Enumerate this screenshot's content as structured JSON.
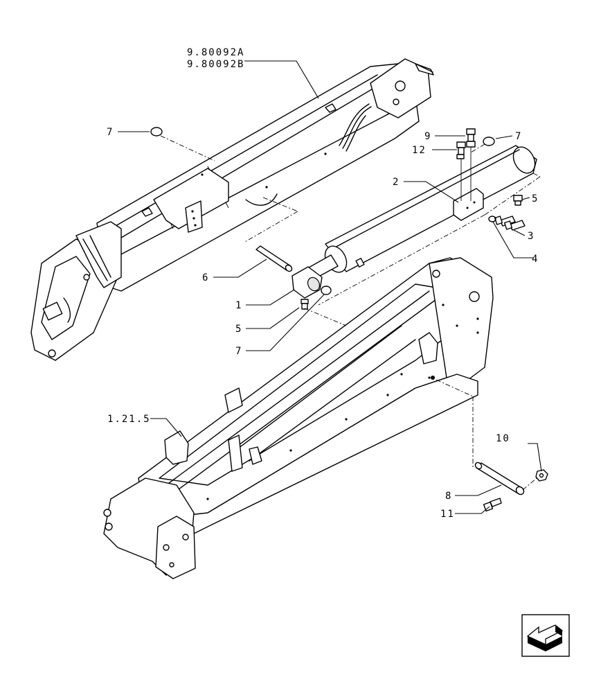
{
  "callouts": {
    "ref_boom_a": "9.80092A",
    "ref_boom_b": "9.80092B",
    "ref_frame": "1.21.5",
    "c7_top_left": "7",
    "c9": "9",
    "c7_top_right": "7",
    "c12": "12",
    "c2": "2",
    "c5_right": "5",
    "c3": "3",
    "c4": "4",
    "c6": "6",
    "c1": "1",
    "c5_left": "5",
    "c7_bottom": "7",
    "c10": "10",
    "c8": "8",
    "c11": "11"
  },
  "icons": {
    "nav": "arrow-next-icon"
  }
}
